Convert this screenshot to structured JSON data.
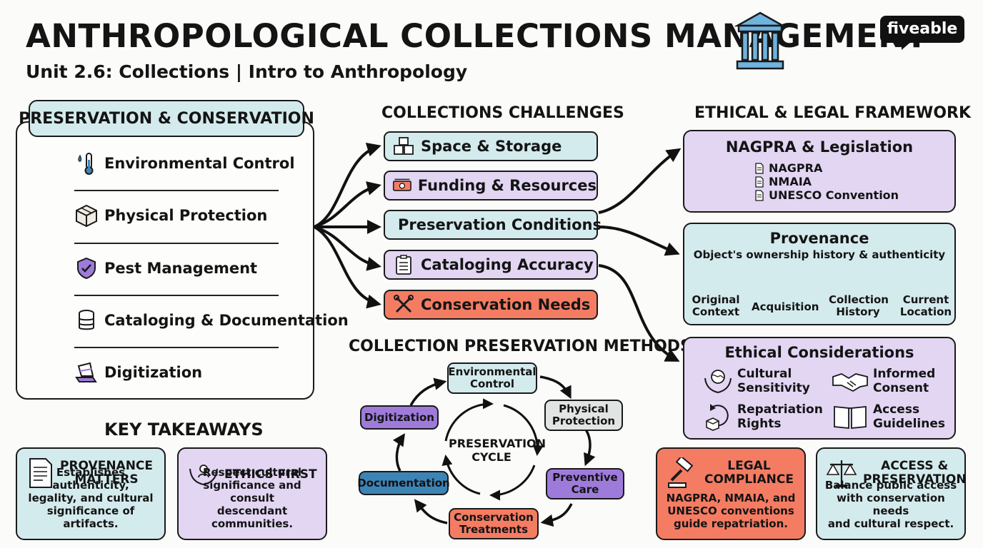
{
  "header": {
    "title": "ANTHROPOLOGICAL COLLECTIONS MANAGEMENT",
    "subtitle": "Unit 2.6: Collections | Intro to Anthropology",
    "logo": "fiveable",
    "icon": "museum-icon"
  },
  "preservation": {
    "title": "PRESERVATION & CONSERVATION",
    "items": [
      {
        "label": "Environmental Control",
        "icon": "thermometer-icon"
      },
      {
        "label": "Physical Protection",
        "icon": "package-icon"
      },
      {
        "label": "Pest Management",
        "icon": "shield-icon"
      },
      {
        "label": "Cataloging & Documentation",
        "icon": "database-icon"
      },
      {
        "label": "Digitization",
        "icon": "scanner-icon"
      }
    ]
  },
  "challenges": {
    "title": "COLLECTIONS CHALLENGES",
    "items": [
      {
        "label": "Space & Storage",
        "icon": "boxes-icon",
        "color": "#d4ebed"
      },
      {
        "label": "Funding & Resources",
        "icon": "money-icon",
        "color": "#e2d6f3"
      },
      {
        "label": "Preservation Conditions",
        "icon": "thermometer-icon",
        "color": "#d4ebed"
      },
      {
        "label": "Cataloging Accuracy",
        "icon": "clipboard-icon",
        "color": "#e2d6f3"
      },
      {
        "label": "Conservation Needs",
        "icon": "tools-icon",
        "color": "#f47c63"
      }
    ]
  },
  "methods": {
    "title": "COLLECTION PRESERVATION METHODS",
    "center": [
      "PRESERVATION",
      "CYCLE"
    ],
    "nodes": {
      "environmental": [
        "Environmental",
        "Control"
      ],
      "physical": [
        "Physical",
        "Protection"
      ],
      "preventive": [
        "Preventive",
        "Care"
      ],
      "treatments": [
        "Conservation",
        "Treatments"
      ],
      "documentation": "Documentation",
      "digitization": "Digitization"
    }
  },
  "ethics": {
    "title": "ETHICAL & LEGAL FRAMEWORK",
    "nagpra": {
      "title": "NAGPRA & Legislation",
      "items": [
        "NAGPRA",
        "NMAIA",
        "UNESCO Convention"
      ]
    },
    "provenance": {
      "title": "Provenance",
      "subtitle": "Object's ownership history & authenticity",
      "steps": [
        [
          "Original",
          "Context"
        ],
        [
          "Acquisition"
        ],
        [
          "Collection",
          "History"
        ],
        [
          "Current",
          "Location"
        ]
      ]
    },
    "considerations": {
      "title": "Ethical Considerations",
      "items": [
        {
          "line1": "Cultural",
          "line2": "Sensitivity",
          "icon": "hands-globe-icon"
        },
        {
          "line1": "Informed",
          "line2": "Consent",
          "icon": "handshake-icon"
        },
        {
          "line1": "Repatriation",
          "line2": "Rights",
          "icon": "return-box-icon"
        },
        {
          "line1": "Access",
          "line2": "Guidelines",
          "icon": "book-icon"
        }
      ]
    }
  },
  "takeaways": {
    "title": "KEY TAKEAWAYS",
    "cards": [
      {
        "title1": "PROVENANCE",
        "title2": "MATTERS",
        "body": [
          "Establishes authenticity,",
          "legality, and cultural",
          "significance of artifacts."
        ],
        "icon": "document-icon"
      },
      {
        "title1": "ETHICS FIRST",
        "title2": "",
        "body": [
          "Respect cultural",
          "significance and consult",
          "descendant communities."
        ],
        "icon": "hands-person-icon"
      },
      {
        "title1": "LEGAL",
        "title2": "COMPLIANCE",
        "body": [
          "NAGPRA, NMAIA, and",
          "UNESCO conventions",
          "guide repatriation."
        ],
        "icon": "gavel-icon"
      },
      {
        "title1": "ACCESS &",
        "title2": "PRESERVATION",
        "body": [
          "Balance public access",
          "with conservation needs",
          "and cultural respect."
        ],
        "icon": "scales-icon"
      }
    ]
  },
  "colors": {
    "teal": "#d4ebed",
    "purple": "#e2d6f3",
    "coral": "#f47c63",
    "blue": "#3d84b6",
    "violet": "#9e7bdb"
  }
}
